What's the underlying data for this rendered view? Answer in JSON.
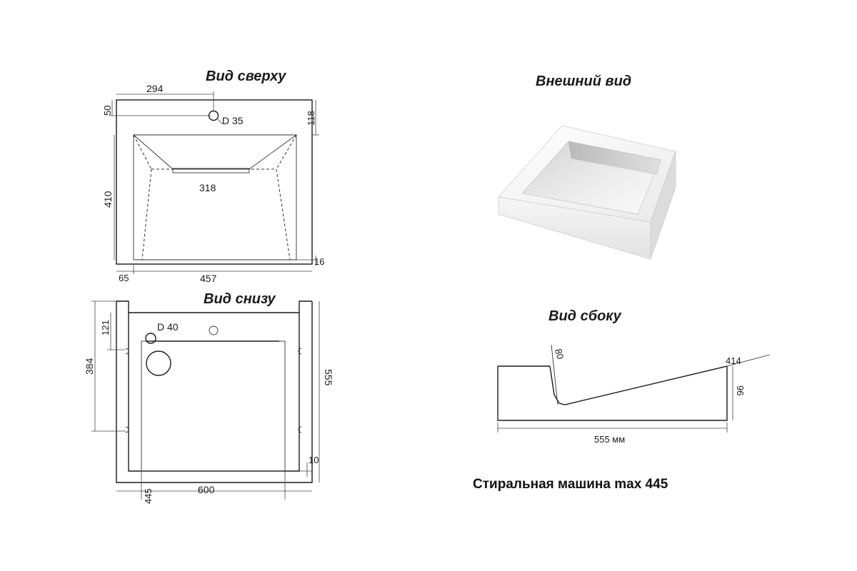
{
  "headings": {
    "top_view": "Вид сверху",
    "exterior_view": "Внешний вид",
    "bottom_view": "Вид снизу",
    "side_view": "Вид сбоку"
  },
  "top_view": {
    "dim_294": "294",
    "dim_50": "50",
    "dim_118": "118",
    "hole": "D 35",
    "dim_318": "318",
    "dim_410": "410",
    "dim_16": "16",
    "dim_65": "65",
    "dim_457": "457"
  },
  "bottom_view": {
    "drain": "D 40",
    "dim_121": "121",
    "dim_384": "384",
    "dim_555": "555",
    "dim_10": "10",
    "dim_445": "445",
    "dim_600": "600"
  },
  "side_view": {
    "dim_80": "80",
    "dim_414": "414",
    "dim_96": "96",
    "dim_length": "555 мм"
  },
  "caption": "Стиральная машина max 445",
  "colors": {
    "line": "#1a1a1a",
    "background": "#ffffff",
    "basin_light": "#f4f4f4",
    "basin_shadow": "#c9c9c9"
  }
}
